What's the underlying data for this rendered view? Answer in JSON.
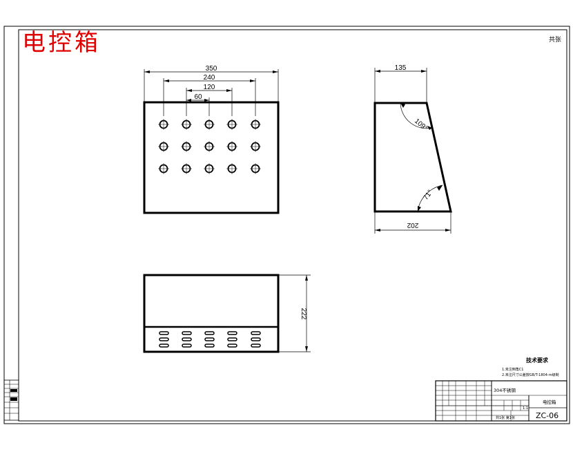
{
  "title_stamp": "电控箱",
  "corner_mark": "共张",
  "front_view": {
    "dimensions": [
      "350",
      "240",
      "120",
      "60"
    ]
  },
  "side_view": {
    "dim_top": "135",
    "dim_bottom": "202",
    "angle_top": "109°",
    "angle_bottom": "71°"
  },
  "bottom_view": {
    "dim_height": "222"
  },
  "notes": {
    "heading": "技术要求",
    "line1": "1.未注倒角C1",
    "line2": "2.未注尺寸公差按GB/T-1804-m级制"
  },
  "title_block": {
    "material": "304不锈钢",
    "part_name": "电控箱",
    "drawing_number": "ZC-06",
    "scale": "1:1",
    "sheet": "共1张 第1张"
  }
}
